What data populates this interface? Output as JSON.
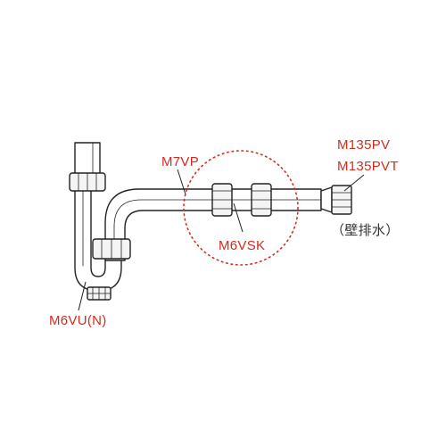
{
  "colors": {
    "label": "#d52b1e",
    "note": "#333333",
    "line": "#222222",
    "pipe_fill": "#ffffff",
    "nut_fill": "#f4f4f4",
    "dashed_circle": "#d52b1e"
  },
  "labels": {
    "trap": "M6VU(N)",
    "pipe": "M7VP",
    "joint": "M6VSK",
    "adapter_1": "M135PV",
    "adapter_2": "M135PVT",
    "wall_note": "（壁排水）"
  }
}
